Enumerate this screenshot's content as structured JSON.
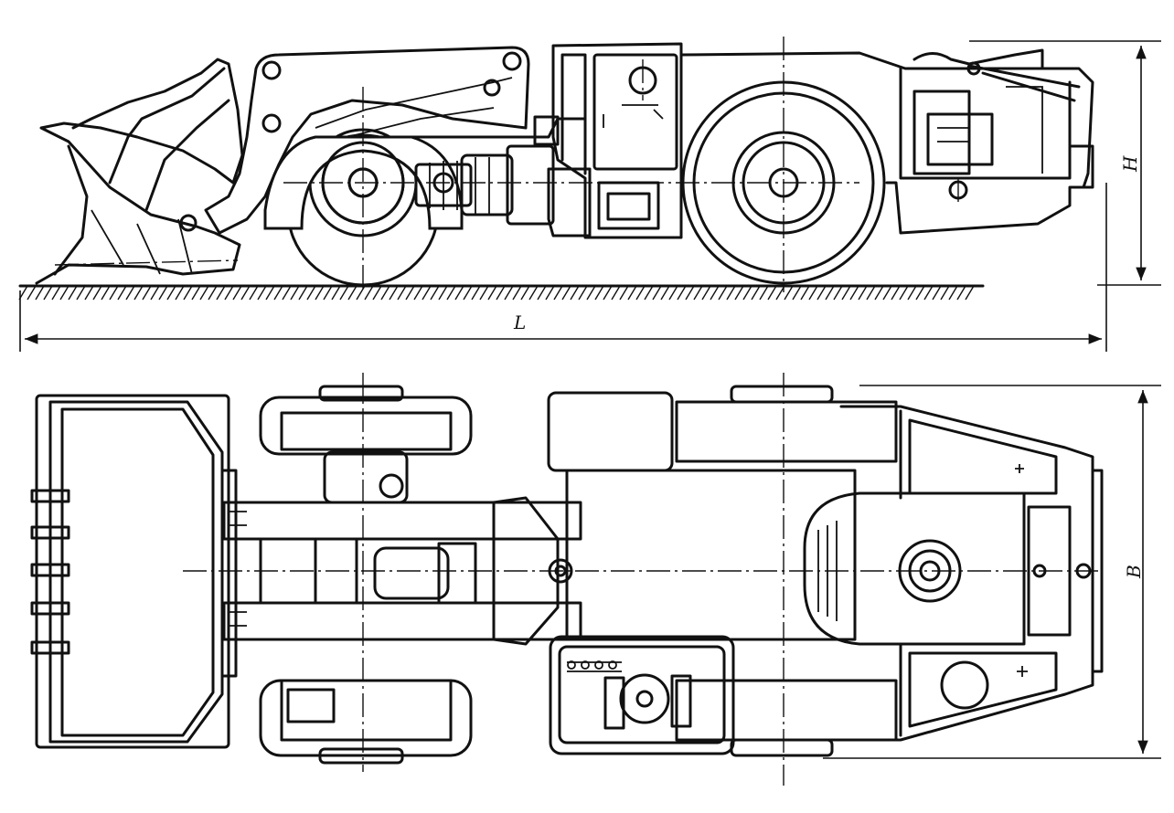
{
  "dimensions": {
    "length_label": "L",
    "height_label": "H",
    "width_label": "B"
  },
  "colors": {
    "ink": "#111111",
    "paper": "#ffffff"
  }
}
